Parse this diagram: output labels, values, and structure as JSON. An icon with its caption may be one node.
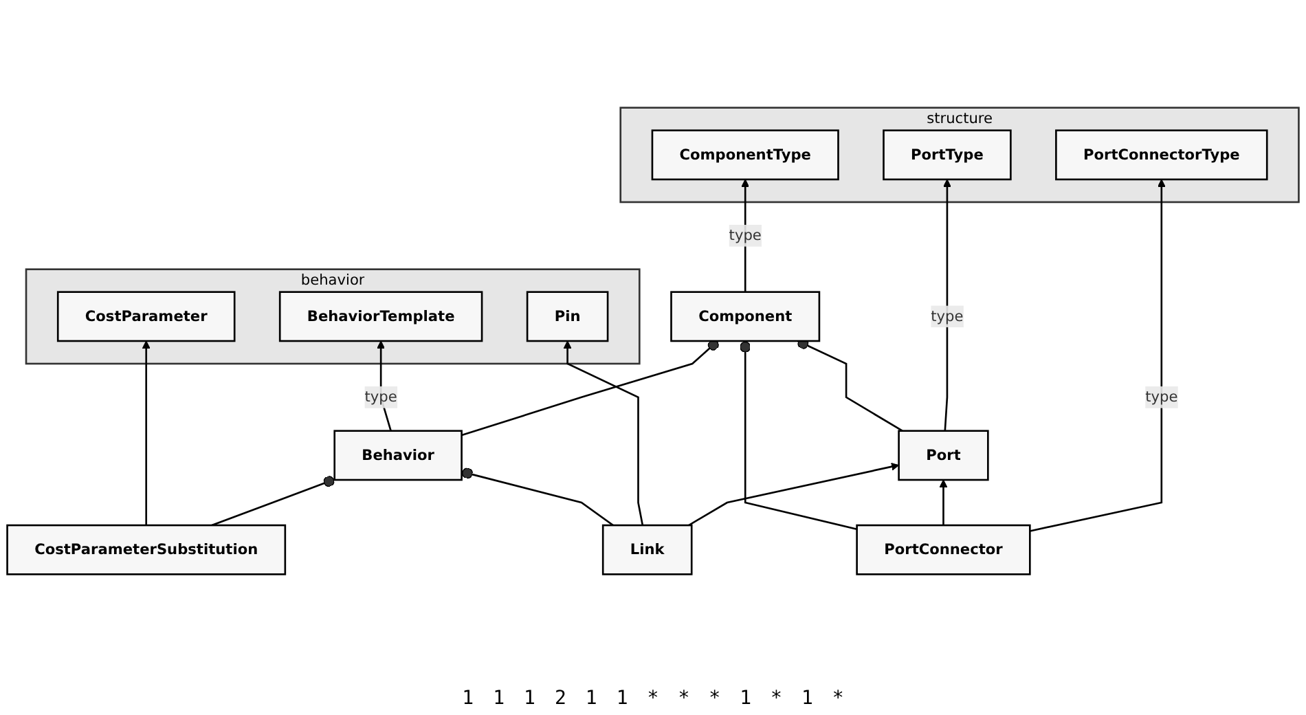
{
  "diagram": {
    "nodes": [
      {
        "text": [
          "structure"
        ]
      },
      {
        "text": [
          "ComponentType"
        ],
        "in": 0
      },
      {
        "text": [
          "PortConnectorType"
        ],
        "in": 0
      },
      {
        "text": [
          "PortType"
        ],
        "in": 0
      },
      {
        "text": [
          "behavior"
        ]
      },
      {
        "text": [
          "Pin"
        ],
        "in": 4
      },
      {
        "text": [
          "BehaviorTemplate"
        ],
        "in": 4
      },
      {
        "text": [
          "CostParameter"
        ],
        "in": 4
      },
      {
        "text": [
          "PortConnector"
        ]
      },
      {
        "text": [
          "Port"
        ]
      },
      {
        "text": [
          "Link"
        ]
      },
      {
        "text": [
          "Component"
        ]
      },
      {
        "text": [
          "Behavior"
        ]
      },
      {
        "text": [
          "CostParameterSubstitution"
        ]
      }
    ],
    "edges": [
      {
        "from": 11,
        "to": 1,
        "arrow": "to",
        "label": "type"
      },
      {
        "from": 8,
        "to": 2,
        "arrow": "to",
        "label": "type"
      },
      {
        "from": 9,
        "to": 3,
        "arrow": "to",
        "label": "type"
      },
      {
        "from": 8,
        "to": 9,
        "arrow": "to"
      },
      {
        "from": 10,
        "to": 9,
        "arrow": "to"
      },
      {
        "from": 10,
        "to": 5,
        "arrow": "to"
      },
      {
        "from": 11,
        "to": 8,
        "arrow": "other"
      },
      {
        "from": 11,
        "to": 9,
        "arrow": "other"
      },
      {
        "from": 11,
        "to": 12,
        "arrow": "other"
      },
      {
        "from": 12,
        "to": 10,
        "arrow": "other"
      },
      {
        "from": 12,
        "to": 6,
        "arrow": "to",
        "label": "type"
      },
      {
        "from": 12,
        "to": 13,
        "arrow": "other"
      },
      {
        "from": 13,
        "to": 7,
        "arrow": "to"
      }
    ],
    "labels": [
      "1",
      "1",
      "1",
      "2",
      "1",
      "1",
      "*",
      "*",
      "*",
      "1",
      "*",
      "1",
      "*"
    ]
  }
}
